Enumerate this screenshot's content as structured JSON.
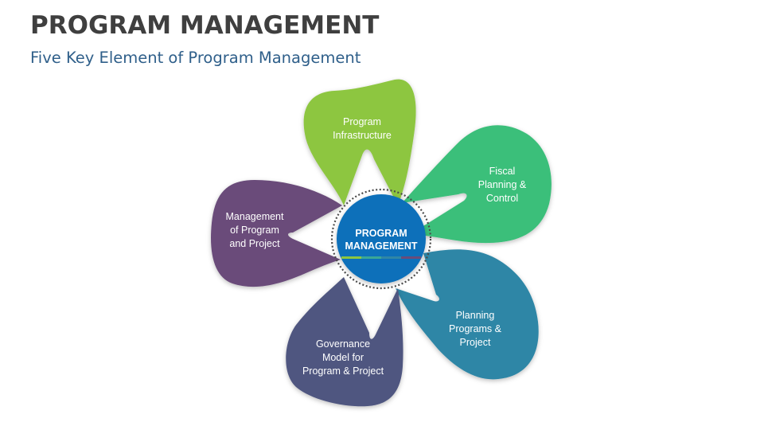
{
  "header": {
    "title": "PROGRAM MANAGEMENT",
    "subtitle": "Five Key Element of Program Management"
  },
  "hub": {
    "lines": [
      "PROGRAM",
      "MANAGEMENT"
    ],
    "color": "#0a6fba",
    "bar_colors": [
      "#8cc63f",
      "#3aa796",
      "#2f86a6",
      "#6a4c7a"
    ]
  },
  "petals": [
    {
      "id": "infrastructure",
      "lines": [
        "Program",
        "Infrastructure"
      ],
      "color": "#8dc63f"
    },
    {
      "id": "fiscal",
      "lines": [
        "Fiscal",
        "Planning &",
        "Control"
      ],
      "color": "#3bbf7a"
    },
    {
      "id": "planning",
      "lines": [
        "Planning",
        "Programs &",
        "Project"
      ],
      "color": "#2f86a6"
    },
    {
      "id": "governance",
      "lines": [
        "Governance",
        "Model for",
        "Program & Project"
      ],
      "color": "#4f5680"
    },
    {
      "id": "management",
      "lines": [
        "Management",
        "of Program",
        "and Project"
      ],
      "color": "#6a4c7a"
    }
  ]
}
